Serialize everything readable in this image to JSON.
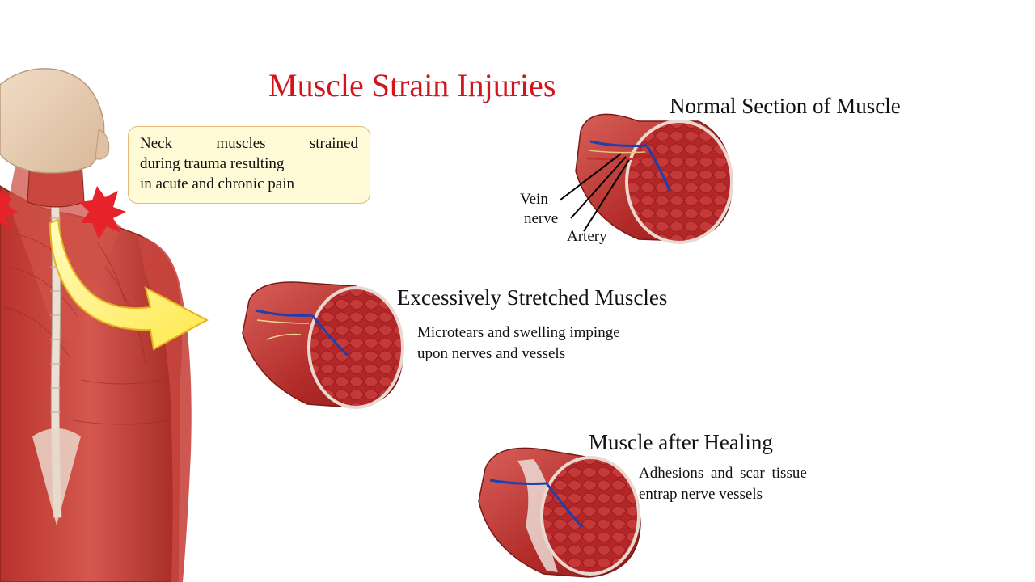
{
  "title": "Muscle Strain Injuries",
  "callout": {
    "line1": "Neck muscles strained",
    "line2": "during trauma resulting",
    "line3": "in acute and chronic pain"
  },
  "sections": {
    "normal": {
      "heading": "Normal Section of Muscle",
      "labels": {
        "vein": "Vein",
        "nerve": "nerve",
        "artery": "Artery"
      }
    },
    "stretched": {
      "heading": "Excessively Stretched Muscles",
      "desc_line1": "Microtears and swelling impinge",
      "desc_line2": "upon nerves and vessels"
    },
    "healing": {
      "heading": "Muscle after Healing",
      "desc_line1": "Adhesions and scar tissue",
      "desc_line2": "entrap nerve vessels"
    }
  },
  "colors": {
    "title_red": "#d0161c",
    "muscle_red": "#c0392b",
    "muscle_dark": "#8e1f1a",
    "skin": "#e3b59a",
    "arrow_yellow": "#fff27a",
    "callout_bg": "#fffbd6",
    "pain_burst": "#e8222a"
  }
}
